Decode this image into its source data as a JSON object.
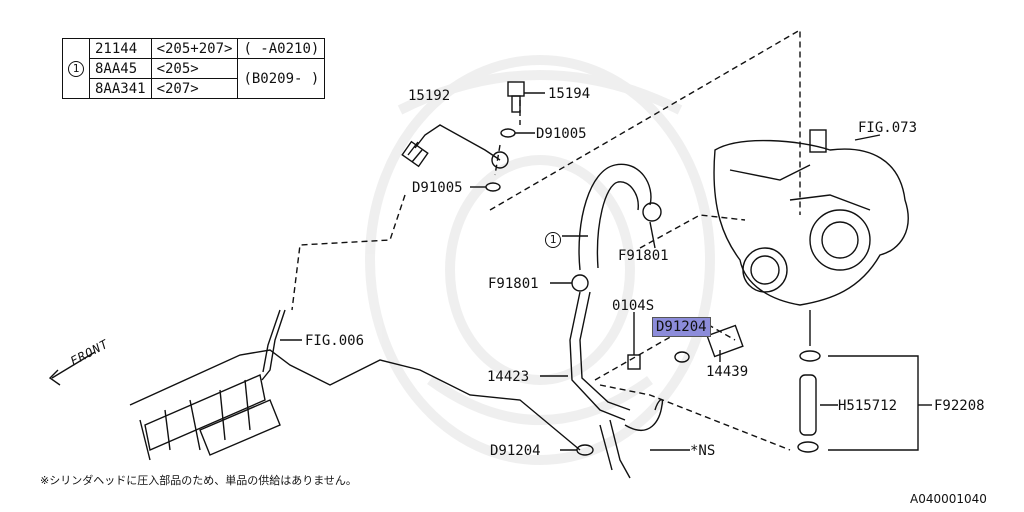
{
  "table": {
    "mark": "1",
    "rows": [
      [
        "21144",
        "<205+207>",
        "( -A0210)"
      ],
      [
        "8AA45",
        "<205>",
        "(B0209- )"
      ],
      [
        "8AA341",
        "<207>",
        ""
      ]
    ]
  },
  "labels": {
    "p15192": "15192",
    "p15194": "15194",
    "d91005_top": "D91005",
    "d91005_left": "D91005",
    "fig073": "FIG.073",
    "item1_mark": "1",
    "f91801_right": "F91801",
    "f91801_left": "F91801",
    "p0104s": "0104S",
    "d91204_highlight": "D91204",
    "p14439": "14439",
    "fig006": "FIG.006",
    "p14423": "14423",
    "h515712": "H515712",
    "f92208": "F92208",
    "d91204_bottom": "D91204",
    "ns": "*NS",
    "front": "FRONT"
  },
  "note": "※シリンダヘッドに圧入部品のため、単品の供給はありません。",
  "diagram_id": "A040001040",
  "colors": {
    "highlight": "#8c8cda",
    "line": "#111111"
  }
}
